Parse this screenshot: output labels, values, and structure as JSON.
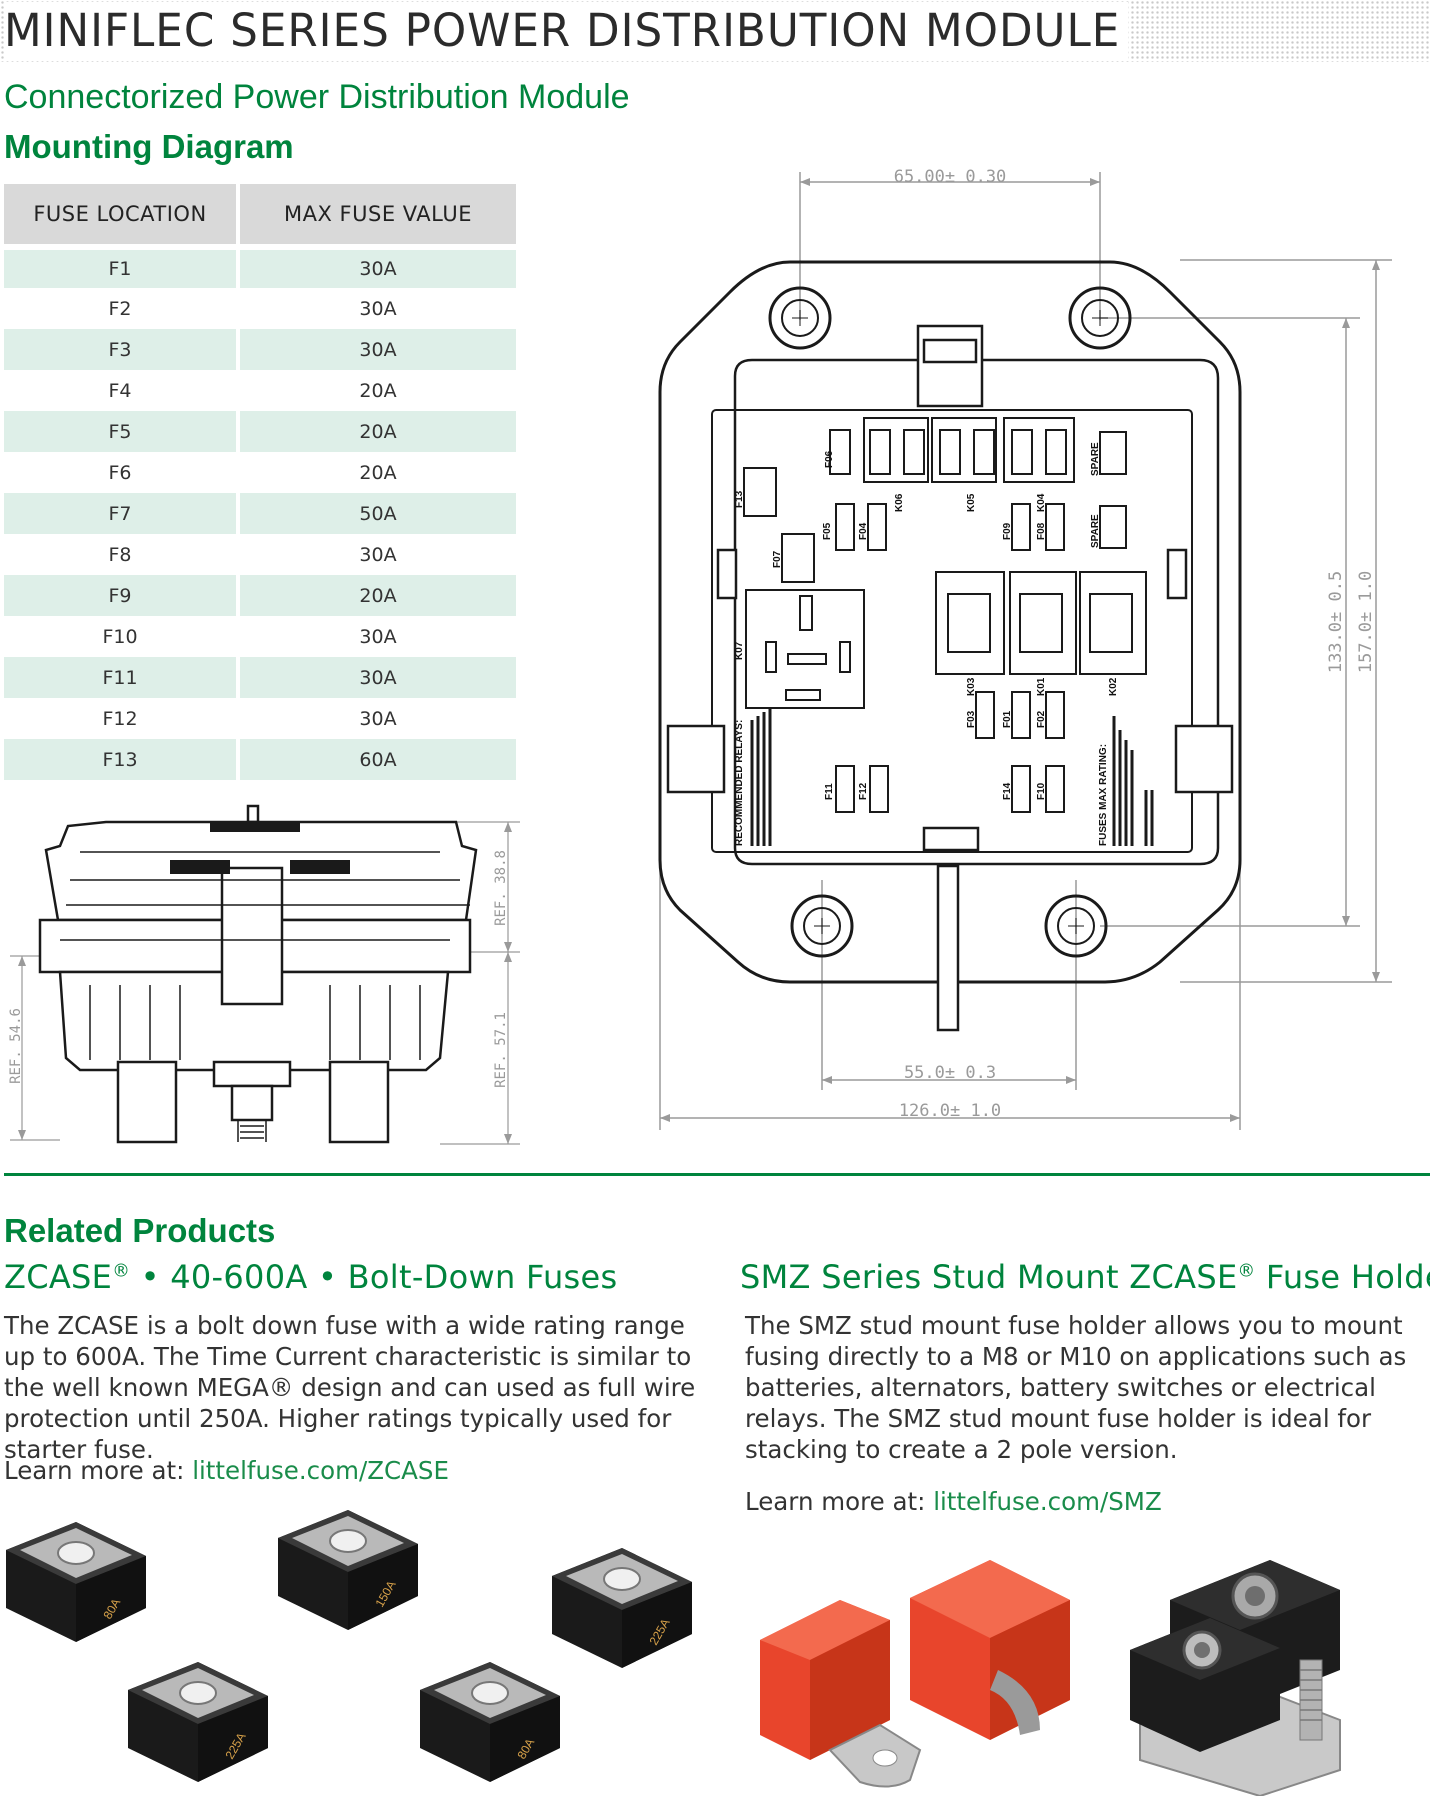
{
  "header": {
    "title": "MINIFLEC SERIES POWER DISTRIBUTION MODULE",
    "subtitle": "Connectorized Power Distribution Module",
    "section": "Mounting Diagram"
  },
  "fuse_table": {
    "headers": [
      "FUSE LOCATION",
      "MAX FUSE VALUE"
    ],
    "rows": [
      {
        "location": "F1",
        "value": "30A"
      },
      {
        "location": "F2",
        "value": "30A"
      },
      {
        "location": "F3",
        "value": "30A"
      },
      {
        "location": "F4",
        "value": "20A"
      },
      {
        "location": "F5",
        "value": "20A"
      },
      {
        "location": "F6",
        "value": "20A"
      },
      {
        "location": "F7",
        "value": "50A"
      },
      {
        "location": "F8",
        "value": "30A"
      },
      {
        "location": "F9",
        "value": "20A"
      },
      {
        "location": "F10",
        "value": "30A"
      },
      {
        "location": "F11",
        "value": "30A"
      },
      {
        "location": "F12",
        "value": "30A"
      },
      {
        "location": "F13",
        "value": "60A"
      }
    ]
  },
  "top_view": {
    "dim_top": "65.00± 0.30",
    "dim_bottom_inner": "55.0± 0.3",
    "dim_bottom_outer": "126.0± 1.0",
    "dim_right_inner": "133.0± 0.5",
    "dim_right_outer": "157.0± 1.0",
    "labels": {
      "f06": "F06",
      "k06": "K06",
      "k05": "K05",
      "k04": "K04",
      "spare1": "SPARE",
      "spare2": "SPARE",
      "f13": "F13",
      "f05": "F05",
      "f04": "F04",
      "f09": "F09",
      "f08": "F08",
      "f07": "F07",
      "k07": "K07",
      "k03": "K03",
      "k01": "K01",
      "k02": "K02",
      "f03": "F03",
      "f01": "F01",
      "f02": "F02",
      "f11": "F11",
      "f12": "F12",
      "f14": "F14",
      "f10": "F10"
    },
    "relay_note": "RECOMMENDED RELAYS:",
    "fuse_note": "FUSES MAX RATING:"
  },
  "side_view": {
    "dim_ref_1": "REF. 38.8",
    "dim_ref_2": "REF. 57.1",
    "dim_ref_3": "REF. 54.6"
  },
  "related": {
    "heading": "Related Products",
    "zcase": {
      "title_main": "ZCASE",
      "title_reg": "®",
      "title_rest": " • 40-600A • Bolt-Down Fuses",
      "body": "The ZCASE is a bolt down fuse with a wide rating range up to 600A. The Time Current characteristic is similar to the well known MEGA® design and can used as full wire protection until 250A. Higher ratings typically used for starter fuse.",
      "learn_prefix": "Learn more at: ",
      "learn_link": "littelfuse.com/ZCASE",
      "ratings": [
        "80A",
        "150A",
        "225A",
        "225A",
        "80A"
      ]
    },
    "smz": {
      "title_main": "SMZ Series Stud Mount ZCASE",
      "title_reg": "®",
      "title_rest": " Fuse Holder",
      "body": "The SMZ stud mount fuse holder allows you to mount fusing directly to a M8 or M10 on applications such as batteries, alternators, battery switches or electrical relays. The SMZ stud mount fuse holder is ideal for stacking to create a 2 pole version.",
      "learn_prefix": "Learn more at: ",
      "learn_link": "littelfuse.com/SMZ"
    }
  },
  "colors": {
    "brand_green": "#00843d",
    "link_green": "#1a8c4a",
    "table_shade": "#deefe8",
    "table_header": "#d9d9d9",
    "holder_red": "#e8452c"
  }
}
